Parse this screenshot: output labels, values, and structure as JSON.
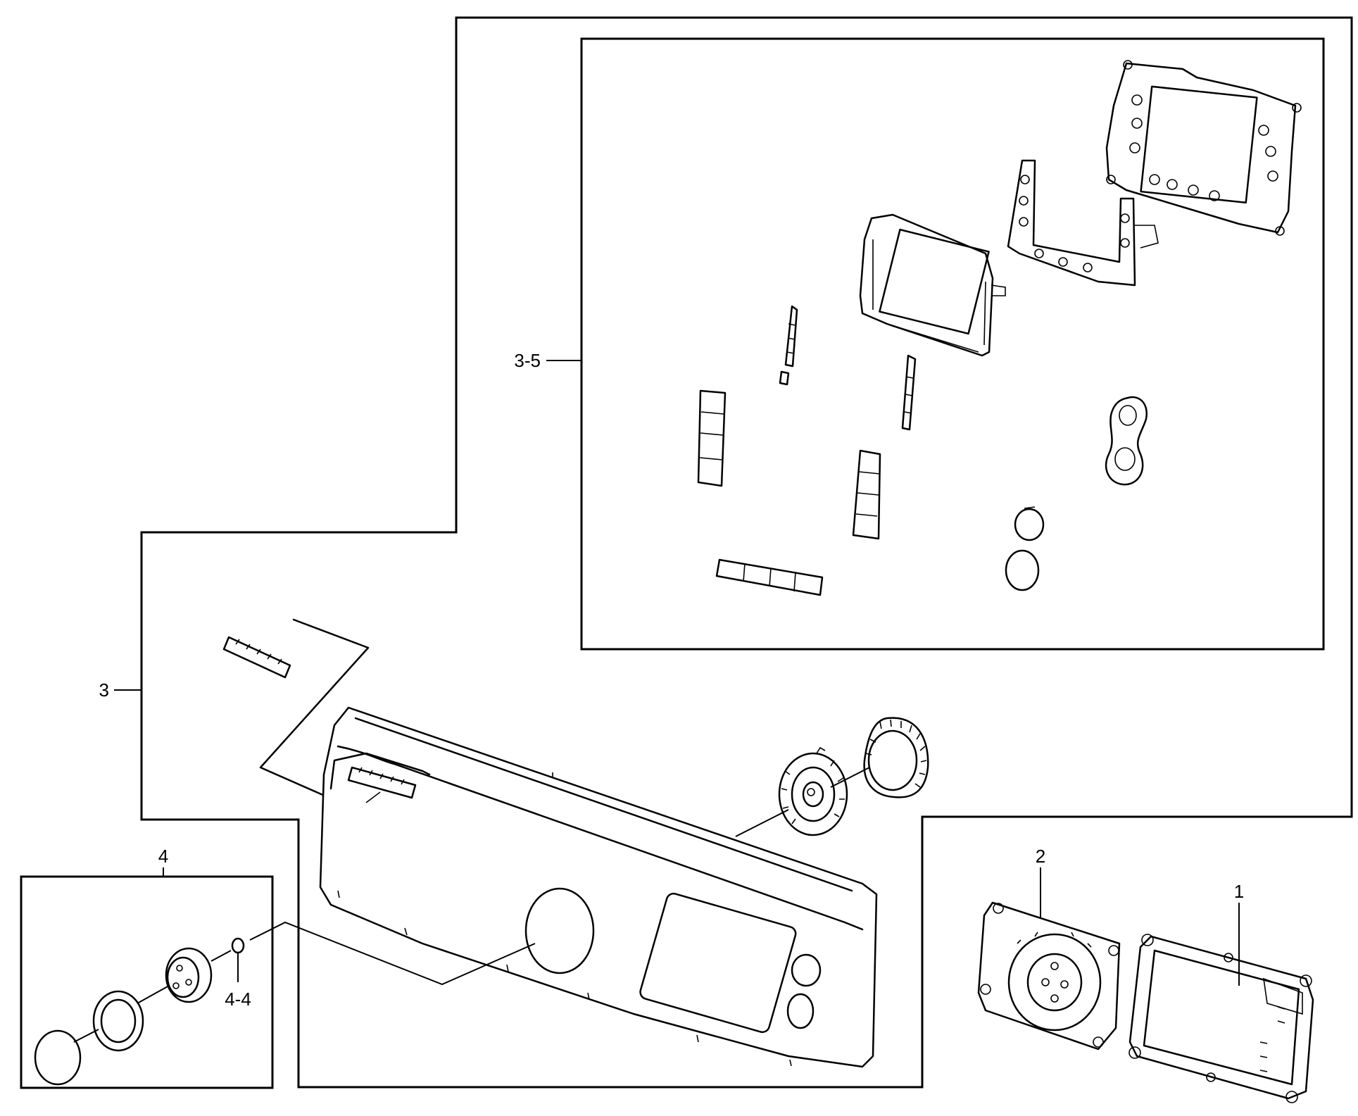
{
  "diagram": {
    "callouts": [
      {
        "id": "3",
        "text": "3"
      },
      {
        "id": "3-5",
        "text": "3-5"
      },
      {
        "id": "4",
        "text": "4"
      },
      {
        "id": "4-4",
        "text": "4-4"
      },
      {
        "id": "2",
        "text": "2"
      },
      {
        "id": "1",
        "text": "1"
      }
    ]
  }
}
